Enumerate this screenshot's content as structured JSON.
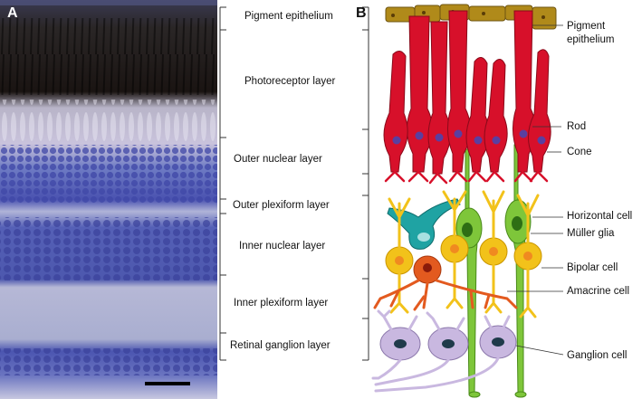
{
  "panel_a": {
    "letter": "A",
    "layers": [
      {
        "label": "Pigment epithelium"
      },
      {
        "label": "Photoreceptor layer"
      },
      {
        "label": "Outer nuclear layer"
      },
      {
        "label": "Outer plexiform layer"
      },
      {
        "label": "Inner nuclear layer"
      },
      {
        "label": "Inner plexiform layer"
      },
      {
        "label": "Retinal ganglion layer"
      }
    ]
  },
  "panel_b": {
    "letter": "B",
    "cells": [
      {
        "line1": "Pigment",
        "line2": "epithelium"
      },
      {
        "line1": "Rod"
      },
      {
        "line1": "Cone"
      },
      {
        "line1": "Horizontal cell"
      },
      {
        "line1": "Müller glia"
      },
      {
        "line1": "Bipolar cell"
      },
      {
        "line1": "Amacrine cell"
      },
      {
        "line1": "Ganglion cell"
      }
    ]
  },
  "colors": {
    "rod": "#d7102a",
    "rod_nucleus": "#5a3fa0",
    "muller": "#7ec63a",
    "horizontal": "#1fa3a3",
    "bipolar": "#f2c21a",
    "amacrine": "#e35a1f",
    "ganglion": "#c9b8e0",
    "pigment": "#b08a1a",
    "stain": "#4a4aa8"
  }
}
